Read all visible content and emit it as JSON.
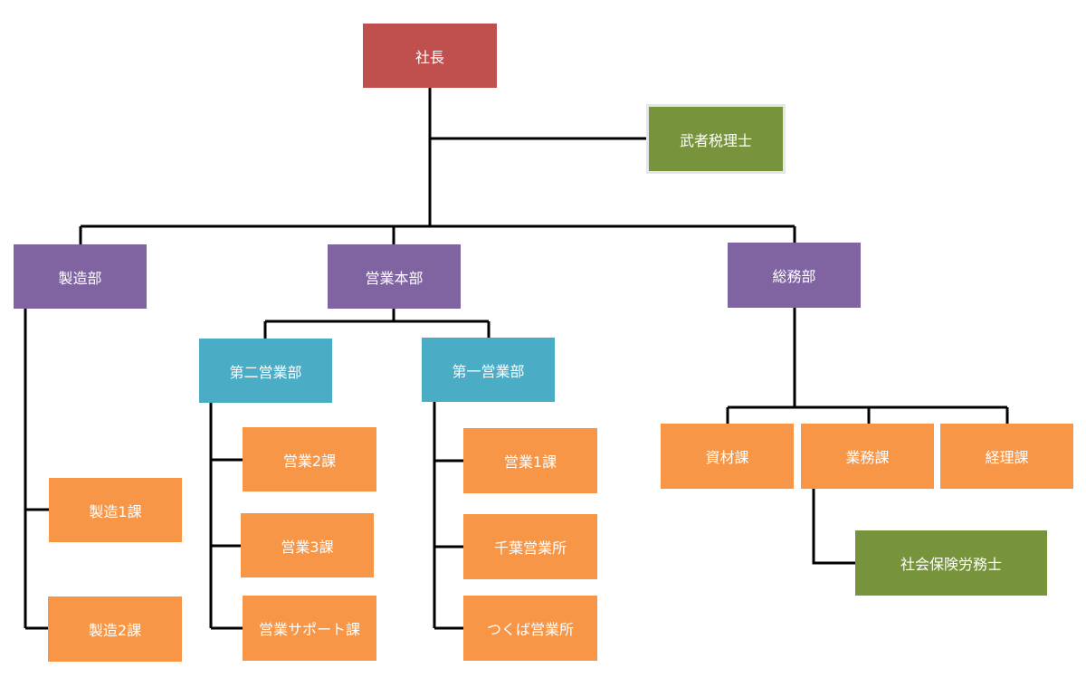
{
  "colors": {
    "president": "#c0504d",
    "advisor": "#77933c",
    "department": "#8064a2",
    "division": "#4bacc6",
    "section": "#f79646"
  },
  "nodes": {
    "president": "社長",
    "tax_accountant": "武者税理士",
    "manufacturing_dept": "製造部",
    "sales_hq": "営業本部",
    "general_affairs_dept": "総務部",
    "sales_dept_2": "第二営業部",
    "sales_dept_1": "第一営業部",
    "sales_section_2": "営業2課",
    "sales_section_3": "営業3課",
    "sales_support": "営業サポート課",
    "sales_section_1": "営業1課",
    "chiba_office": "千葉営業所",
    "tsukuba_office": "つくば営業所",
    "manufacturing_1": "製造1課",
    "manufacturing_2": "製造2課",
    "materials": "資材課",
    "operations": "業務課",
    "accounting": "経理課",
    "labor_consultant": "社会保険労務士"
  }
}
